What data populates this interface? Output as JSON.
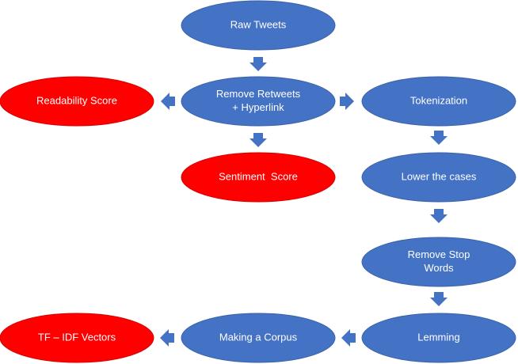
{
  "colors": {
    "process": "#4472c4",
    "process_stroke": "#3a62a8",
    "output": "#ff0000",
    "output_stroke": "#d40000",
    "arrow": "#4472c4",
    "text": "#ffffff"
  },
  "nodes": {
    "raw_tweets": {
      "lines": [
        "Raw Tweets"
      ],
      "kind": "process"
    },
    "remove_retweets": {
      "lines": [
        "Remove Retweets",
        "+ Hyperlink"
      ],
      "kind": "process"
    },
    "readability_score": {
      "lines": [
        "Readability Score"
      ],
      "kind": "output"
    },
    "sentiment_score": {
      "lines": [
        "Sentiment  Score"
      ],
      "kind": "output"
    },
    "tokenization": {
      "lines": [
        "Tokenization"
      ],
      "kind": "process"
    },
    "lower_cases": {
      "lines": [
        "Lower the cases"
      ],
      "kind": "process"
    },
    "remove_stop_words": {
      "lines": [
        "Remove Stop",
        "Words"
      ],
      "kind": "process"
    },
    "lemming": {
      "lines": [
        "Lemming"
      ],
      "kind": "process"
    },
    "making_corpus": {
      "lines": [
        "Making a Corpus"
      ],
      "kind": "process"
    },
    "tfidf_vectors": {
      "lines": [
        "TF – IDF Vectors"
      ],
      "kind": "output"
    }
  },
  "edges": [
    {
      "from": "raw_tweets",
      "to": "remove_retweets"
    },
    {
      "from": "remove_retweets",
      "to": "readability_score"
    },
    {
      "from": "remove_retweets",
      "to": "tokenization"
    },
    {
      "from": "remove_retweets",
      "to": "sentiment_score"
    },
    {
      "from": "tokenization",
      "to": "lower_cases"
    },
    {
      "from": "lower_cases",
      "to": "remove_stop_words"
    },
    {
      "from": "remove_stop_words",
      "to": "lemming"
    },
    {
      "from": "lemming",
      "to": "making_corpus"
    },
    {
      "from": "making_corpus",
      "to": "tfidf_vectors"
    }
  ]
}
